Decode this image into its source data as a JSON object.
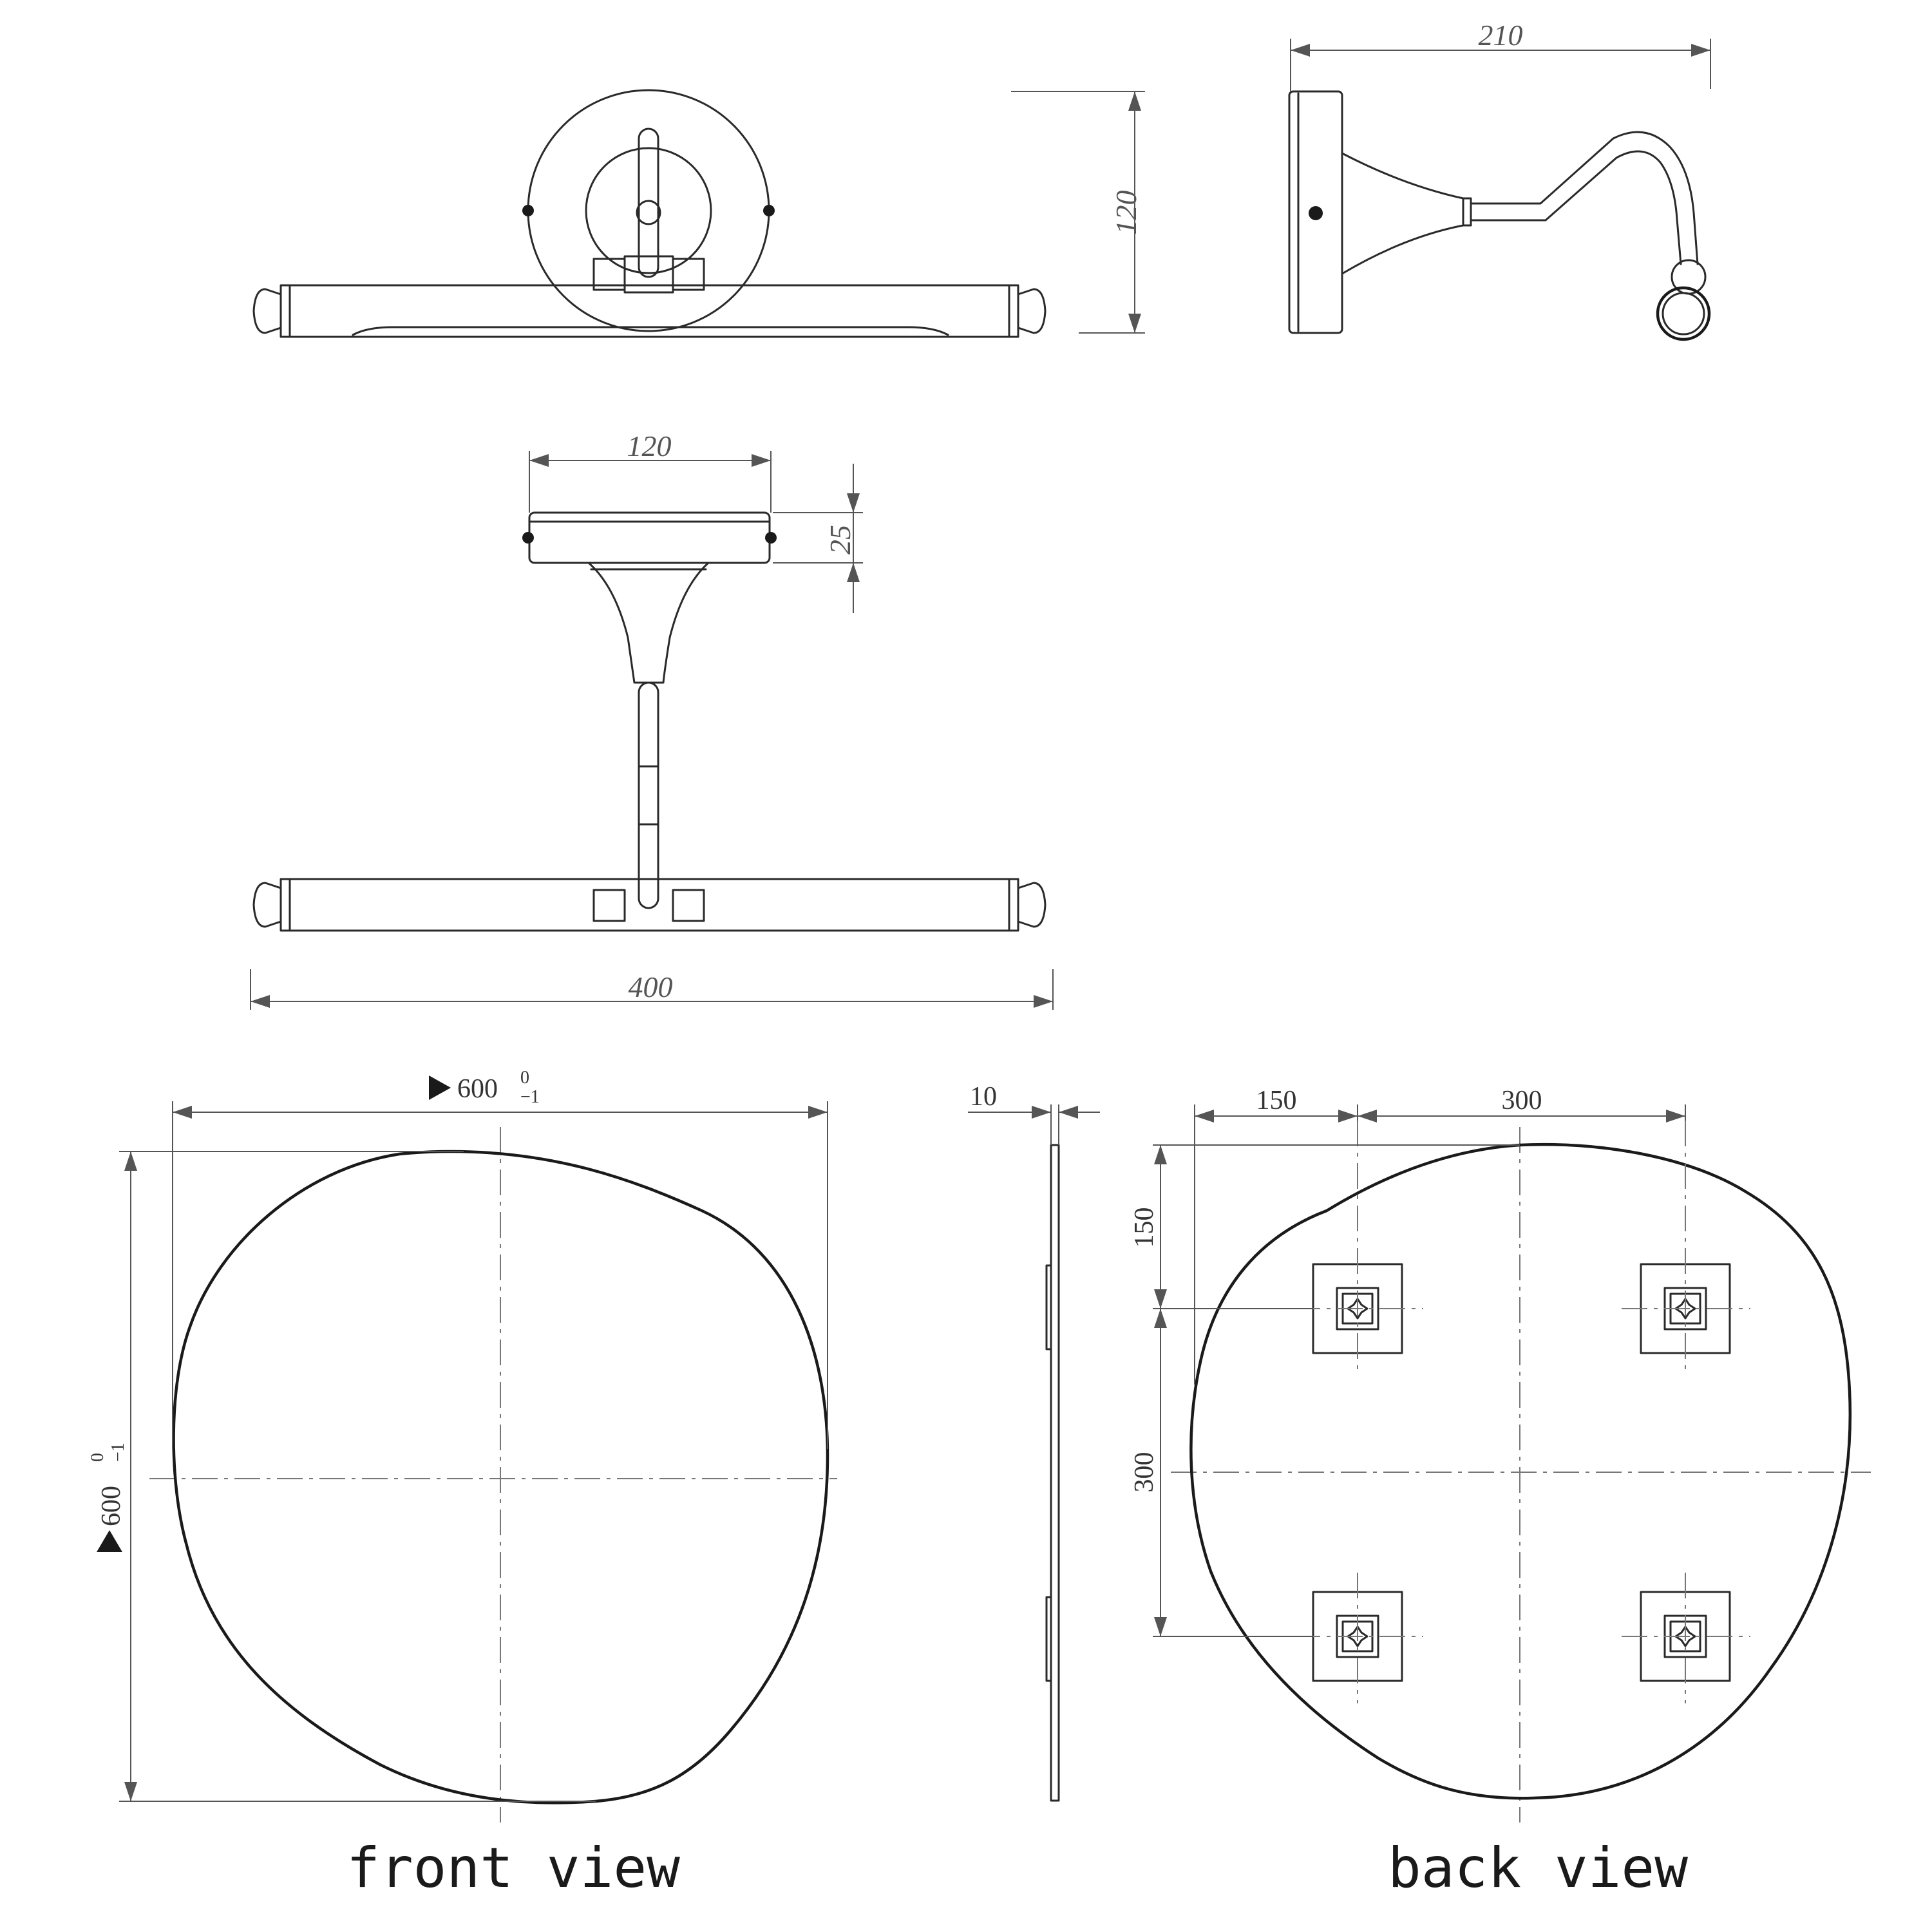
{
  "dimensions": {
    "lamp_side_height": "120",
    "lamp_side_depth": "210",
    "lamp_top_plate_width": "120",
    "lamp_top_plate_thickness": "25",
    "lamp_bar_length": "400",
    "mirror_width": "600",
    "mirror_height": "600",
    "tolerance_upper": "0",
    "tolerance_lower": "−1",
    "mirror_thickness": "10",
    "bracket_offset_x": "150",
    "bracket_spacing_x": "300",
    "bracket_offset_y": "150",
    "bracket_spacing_y": "300"
  },
  "labels": {
    "front_view": "front view",
    "back_view": "back view"
  }
}
